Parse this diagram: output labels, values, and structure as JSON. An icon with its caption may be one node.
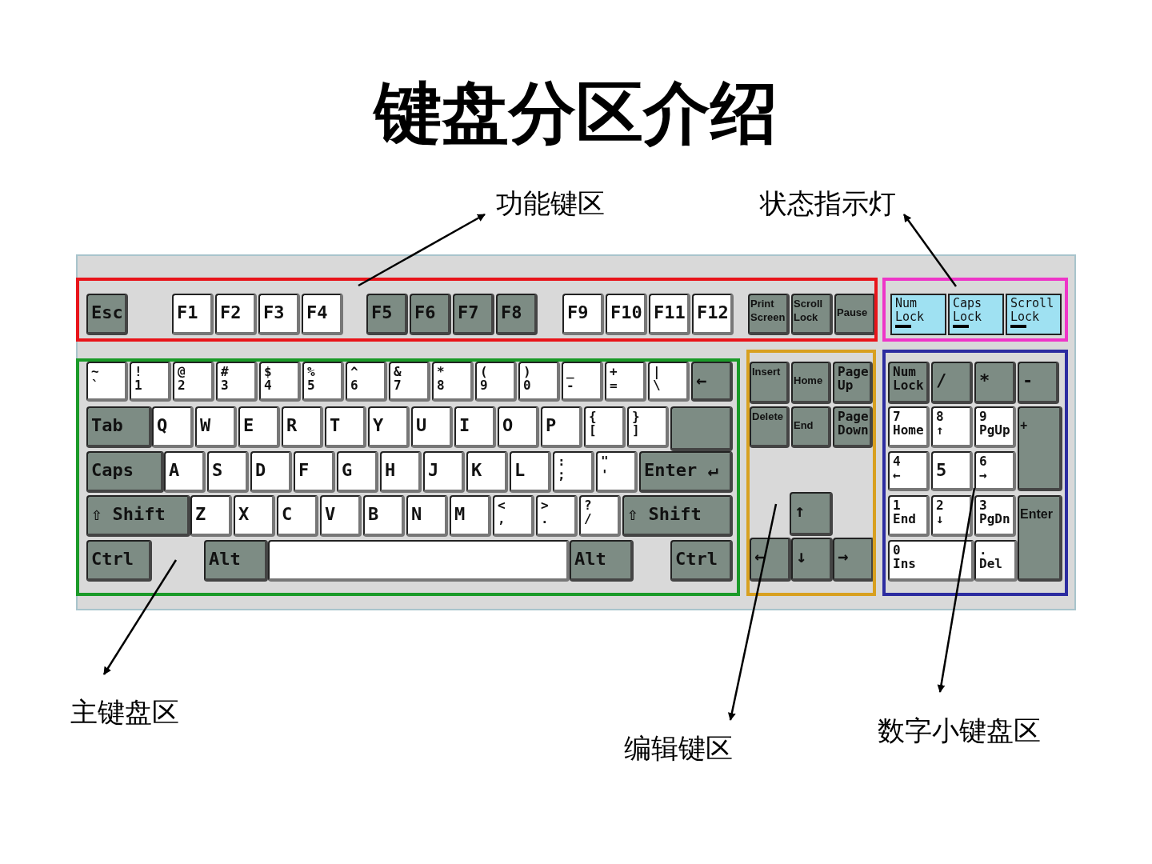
{
  "diagram": {
    "title": "键盘分区介绍",
    "nodes": [
      {
        "text": [
          "功能键区"
        ]
      },
      {
        "text": [
          "状态指示灯"
        ]
      },
      {
        "text": [],
        "shape": "box"
      },
      {
        "text": [],
        "shape": "box"
      },
      {
        "text": [],
        "shape": "box"
      },
      {
        "text": [],
        "shape": "box"
      },
      {
        "text": [],
        "shape": "box"
      },
      {
        "text": [
          "主键盘区"
        ]
      },
      {
        "text": [
          "数字小键盘区"
        ]
      },
      {
        "text": [
          "编辑键区"
        ]
      }
    ],
    "edges": [
      {
        "from": 2,
        "to": 0,
        "arrow": "to"
      },
      {
        "from": 3,
        "to": 1,
        "arrow": "to"
      },
      {
        "from": 4,
        "to": 7,
        "arrow": "to"
      },
      {
        "from": 5,
        "to": 9,
        "arrow": "to"
      },
      {
        "from": 6,
        "to": 8,
        "arrow": "to"
      }
    ],
    "labels": [
      "Esc",
      "F1",
      "F2",
      "F3",
      "F4",
      "F5",
      "F6",
      "F7",
      "F8",
      "F9",
      "F10",
      "F11",
      "F12",
      "Print Screen",
      "Scroll Lock",
      "Pause",
      "Num Lock",
      "Caps Lock",
      "Scroll Lock",
      "~ `",
      "! 1",
      "@ 2",
      "# 3",
      "$ 4",
      "% 5",
      "^ 6",
      "& 7",
      "* 8",
      "( 9",
      ") 0",
      "_ -",
      "+ =",
      "| \\",
      "←",
      "Insert",
      "Home",
      "Page Up",
      "Num Lock",
      "/",
      "*",
      "-",
      "Tab",
      "Q",
      "W",
      "E",
      "R",
      "T",
      "Y",
      "U",
      "I",
      "O",
      "P",
      "{ [",
      "} ]",
      "Delete",
      "End",
      "Page Down",
      "7 Home",
      "8 ↑",
      "9 PgUp",
      "+",
      "Caps",
      "A",
      "S",
      "D",
      "F",
      "G",
      "H",
      "J",
      "K",
      "L",
      ": ;",
      "\" '",
      "Enter ↵",
      "4 ←",
      "5",
      "6 →",
      "⇧ Shift",
      "Z",
      "X",
      "C",
      "V",
      "B",
      "N",
      "M",
      "< ,",
      "> .",
      "? /",
      "⇧ Shift",
      "↑",
      "1 End",
      "2 ↓",
      "3 PgDn",
      "Enter",
      "Ctrl",
      "Alt",
      "Alt",
      "Ctrl",
      "←",
      "↓",
      "→",
      "0 Ins",
      ". Del"
    ]
  }
}
